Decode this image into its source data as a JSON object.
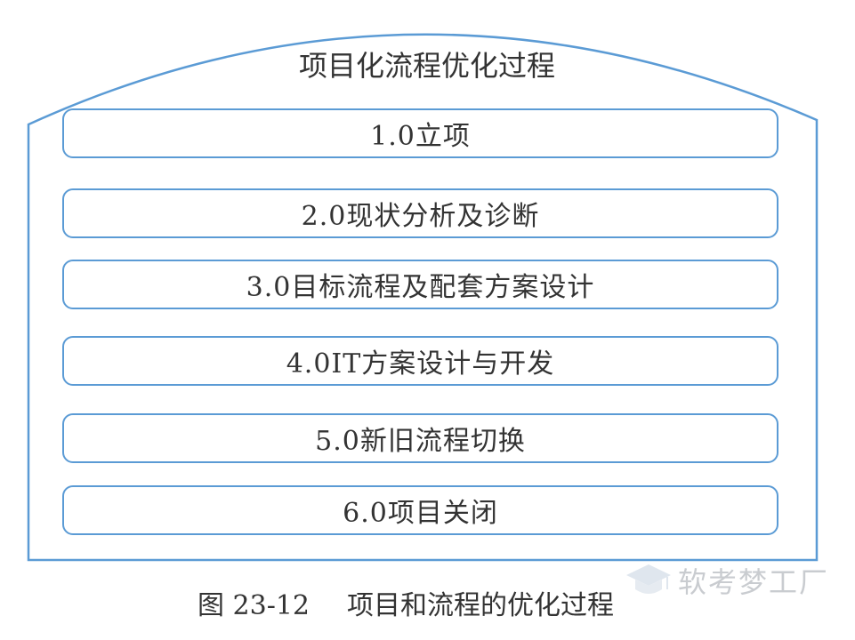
{
  "diagram": {
    "title": "项目化流程优化过程",
    "steps": [
      {
        "label": "1.0立项"
      },
      {
        "label": "2.0现状分析及诊断"
      },
      {
        "label": "3.0目标流程及配套方案设计"
      },
      {
        "label": "4.0IT方案设计与开发"
      },
      {
        "label": "5.0新旧流程切换"
      },
      {
        "label": "6.0项目关闭"
      }
    ]
  },
  "caption": {
    "number": "图 23-12",
    "text": "项目和流程的优化过程"
  },
  "watermark": {
    "text": "软考梦工厂"
  },
  "colors": {
    "outline": "#5b9bd5",
    "text": "#333333",
    "watermark": "#c9ccd0"
  }
}
